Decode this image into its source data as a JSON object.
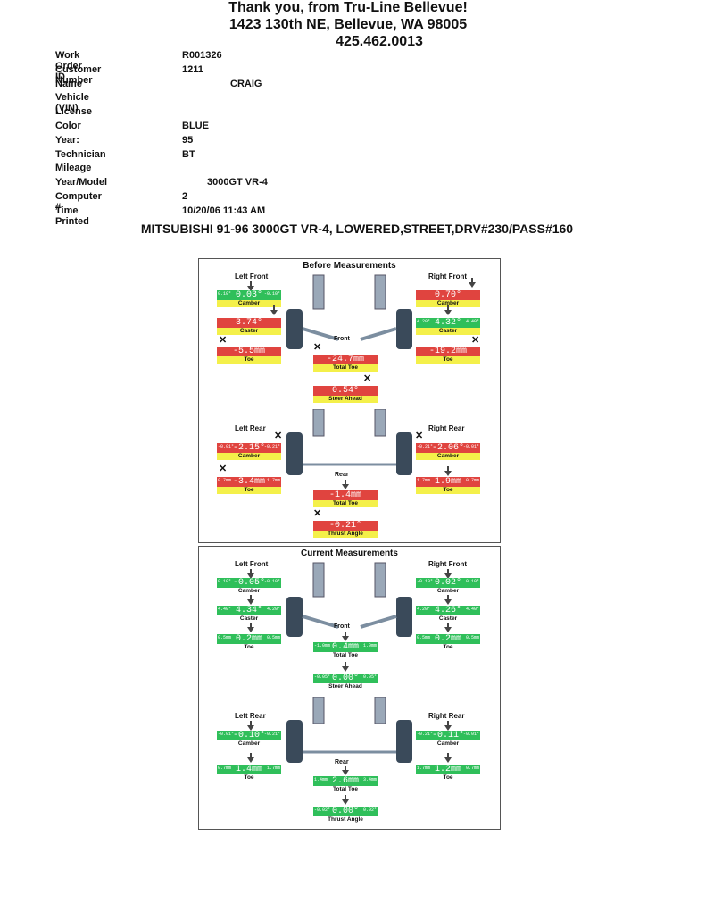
{
  "header": {
    "line1": "Thank you, from Tru-Line Bellevue!",
    "line2": "1423 130th NE, Bellevue, WA 98005",
    "line3": "425.462.0013"
  },
  "info": [
    {
      "label": "Work Order ID",
      "value": "R001326"
    },
    {
      "label": "Customer Number",
      "value": "1211"
    },
    {
      "label": "Name",
      "value": "CRAIG"
    },
    {
      "label": "Vehicle (VIN)",
      "value": ""
    },
    {
      "label": "License",
      "value": ""
    },
    {
      "label": "Color",
      "value": "BLUE"
    },
    {
      "label": "Year:",
      "value": "95"
    },
    {
      "label": "Technician",
      "value": "BT"
    },
    {
      "label": "Mileage",
      "value": ""
    },
    {
      "label": "Year/Model",
      "value": "3000GT VR-4"
    },
    {
      "label": "Computer #",
      "value": "2"
    },
    {
      "label": "Time Printed",
      "value": "10/20/06 11:43 AM"
    }
  ],
  "vehicle_line": "MITSUBISHI 91-96 3000GT VR-4, LOWERED,STREET,DRV#230/PASS#160",
  "colors": {
    "out_of_spec": "#e0443f",
    "in_spec": "#2fbf5a",
    "highlight": "#f4f04a"
  },
  "before": {
    "title": "Before Measurements",
    "left_front": "Left Front",
    "right_front": "Right Front",
    "front": "Front",
    "left_rear": "Left Rear",
    "right_rear": "Right Rear",
    "rear": "Rear",
    "lf_camber": {
      "value": "0.03°",
      "min": "0.10°",
      "max": "-0.10°",
      "label": "Camber"
    },
    "lf_caster": {
      "value": "3.74°",
      "min": "",
      "max": "",
      "label": "Caster"
    },
    "lf_toe": {
      "value": "-5.5mm",
      "min": "",
      "max": "",
      "label": "Toe"
    },
    "rf_camber": {
      "value": "0.70°",
      "min": "",
      "max": "",
      "label": "Camber"
    },
    "rf_caster": {
      "value": "4.32°",
      "min": "4.20°",
      "max": "4.40°",
      "label": "Caster"
    },
    "rf_toe": {
      "value": "-19.2mm",
      "min": "",
      "max": "",
      "label": "Toe"
    },
    "total_toe": {
      "value": "-24.7mm",
      "label": "Total Toe"
    },
    "steer_ahead": {
      "value": "0.54°",
      "label": "Steer Ahead"
    },
    "lr_camber": {
      "value": "-2.15°",
      "min": "-0.01°",
      "max": "-0.21°",
      "label": "Camber"
    },
    "lr_toe": {
      "value": "-3.4mm",
      "min": "0.7mm",
      "max": "1.7mm",
      "label": "Toe"
    },
    "rr_camber": {
      "value": "-2.06°",
      "min": "-0.21°",
      "max": "-0.01°",
      "label": "Camber"
    },
    "rr_toe": {
      "value": "1.9mm",
      "min": "1.7mm",
      "max": "0.7mm",
      "label": "Toe"
    },
    "rear_total_toe": {
      "value": "-1.4mm",
      "label": "Total Toe"
    },
    "thrust_angle": {
      "value": "-0.21°",
      "label": "Thrust Angle"
    }
  },
  "current": {
    "title": "Current Measurements",
    "left_front": "Left Front",
    "right_front": "Right Front",
    "front": "Front",
    "left_rear": "Left Rear",
    "right_rear": "Right Rear",
    "rear": "Rear",
    "lf_camber": {
      "value": "-0.05°",
      "min": "0.10°",
      "max": "-0.10°",
      "label": "Camber"
    },
    "lf_caster": {
      "value": "4.34°",
      "min": "4.40°",
      "max": "4.20°",
      "label": "Caster"
    },
    "lf_toe": {
      "value": "0.2mm",
      "min": "0.5mm",
      "max": "0.5mm",
      "label": "Toe"
    },
    "rf_camber": {
      "value": "0.02°",
      "min": "-0.10°",
      "max": "0.10°",
      "label": "Camber"
    },
    "rf_caster": {
      "value": "4.26°",
      "min": "4.20°",
      "max": "4.40°",
      "label": "Caster"
    },
    "rf_toe": {
      "value": "0.2mm",
      "min": "0.5mm",
      "max": "0.5mm",
      "label": "Toe"
    },
    "total_toe": {
      "value": "0.4mm",
      "min": "-1.0mm",
      "max": "1.0mm",
      "label": "Total Toe"
    },
    "steer_ahead": {
      "value": "0.00°",
      "min": "-0.05°",
      "max": "0.05°",
      "label": "Steer Ahead"
    },
    "lr_camber": {
      "value": "-0.10°",
      "min": "-0.01°",
      "max": "-0.21°",
      "label": "Camber"
    },
    "lr_toe": {
      "value": "1.4mm",
      "min": "0.7mm",
      "max": "1.7mm",
      "label": "Toe"
    },
    "rr_camber": {
      "value": "-0.11°",
      "min": "-0.21°",
      "max": "-0.01°",
      "label": "Camber"
    },
    "rr_toe": {
      "value": "1.2mm",
      "min": "1.7mm",
      "max": "0.7mm",
      "label": "Toe"
    },
    "rear_total_toe": {
      "value": "2.6mm",
      "min": "1.4mm",
      "max": "3.4mm",
      "label": "Total Toe"
    },
    "thrust_angle": {
      "value": "0.00°",
      "min": "-0.02°",
      "max": "0.02°",
      "label": "Thrust Angle"
    }
  }
}
